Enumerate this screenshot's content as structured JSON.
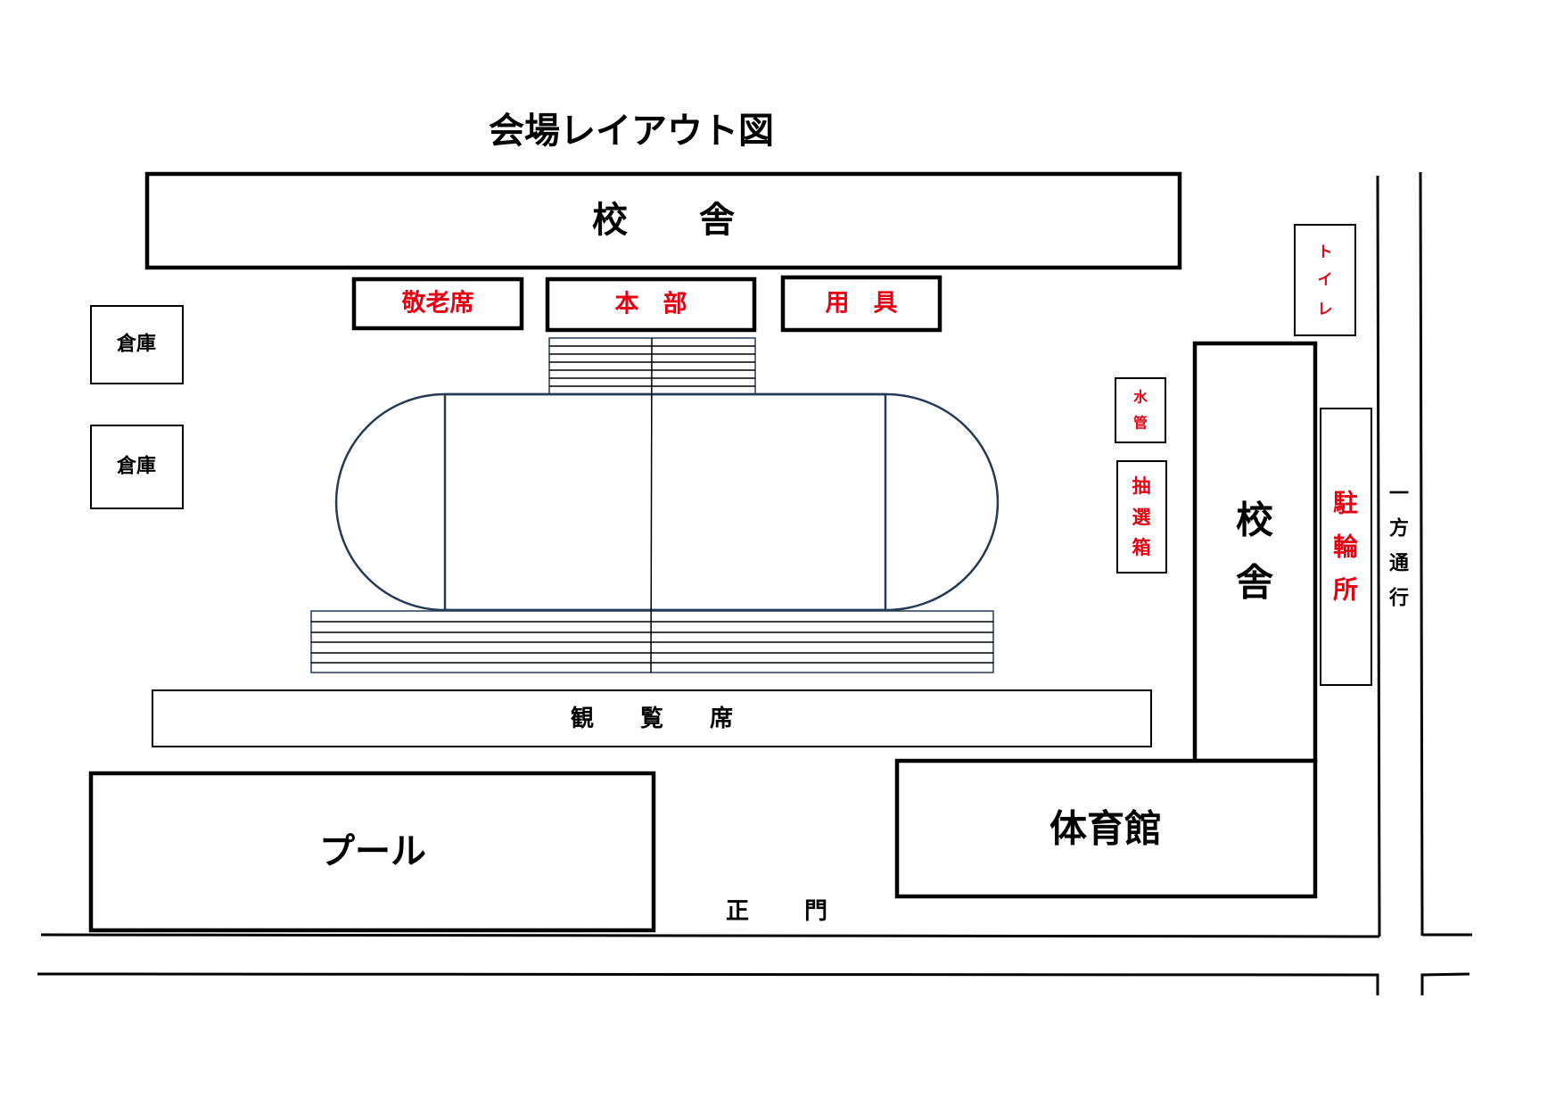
{
  "title": "会場レイアウト図",
  "buildings": {
    "school_top": "校　　舎",
    "school_right": [
      "校",
      "舎"
    ],
    "gym": "体育館",
    "pool": "プール",
    "storage_1": "倉庫",
    "storage_2": "倉庫",
    "spectator_seats": "観　　覧　　席"
  },
  "tents": {
    "elder_seats": "敬老席",
    "headquarters": "本　部",
    "equipment": "用　具"
  },
  "side_facilities": {
    "toilet": [
      "ト",
      "イ",
      "レ"
    ],
    "water": [
      "水",
      "管"
    ],
    "lottery_box": [
      "抽",
      "選",
      "箱"
    ],
    "bicycle_parking": [
      "駐",
      "輪",
      "所"
    ]
  },
  "road": {
    "one_way": [
      "一",
      "方",
      "通",
      "行"
    ],
    "main_gate": [
      "正",
      "門"
    ]
  },
  "colors": {
    "accent_red": "#e60012",
    "track_navy": "#243a55"
  }
}
